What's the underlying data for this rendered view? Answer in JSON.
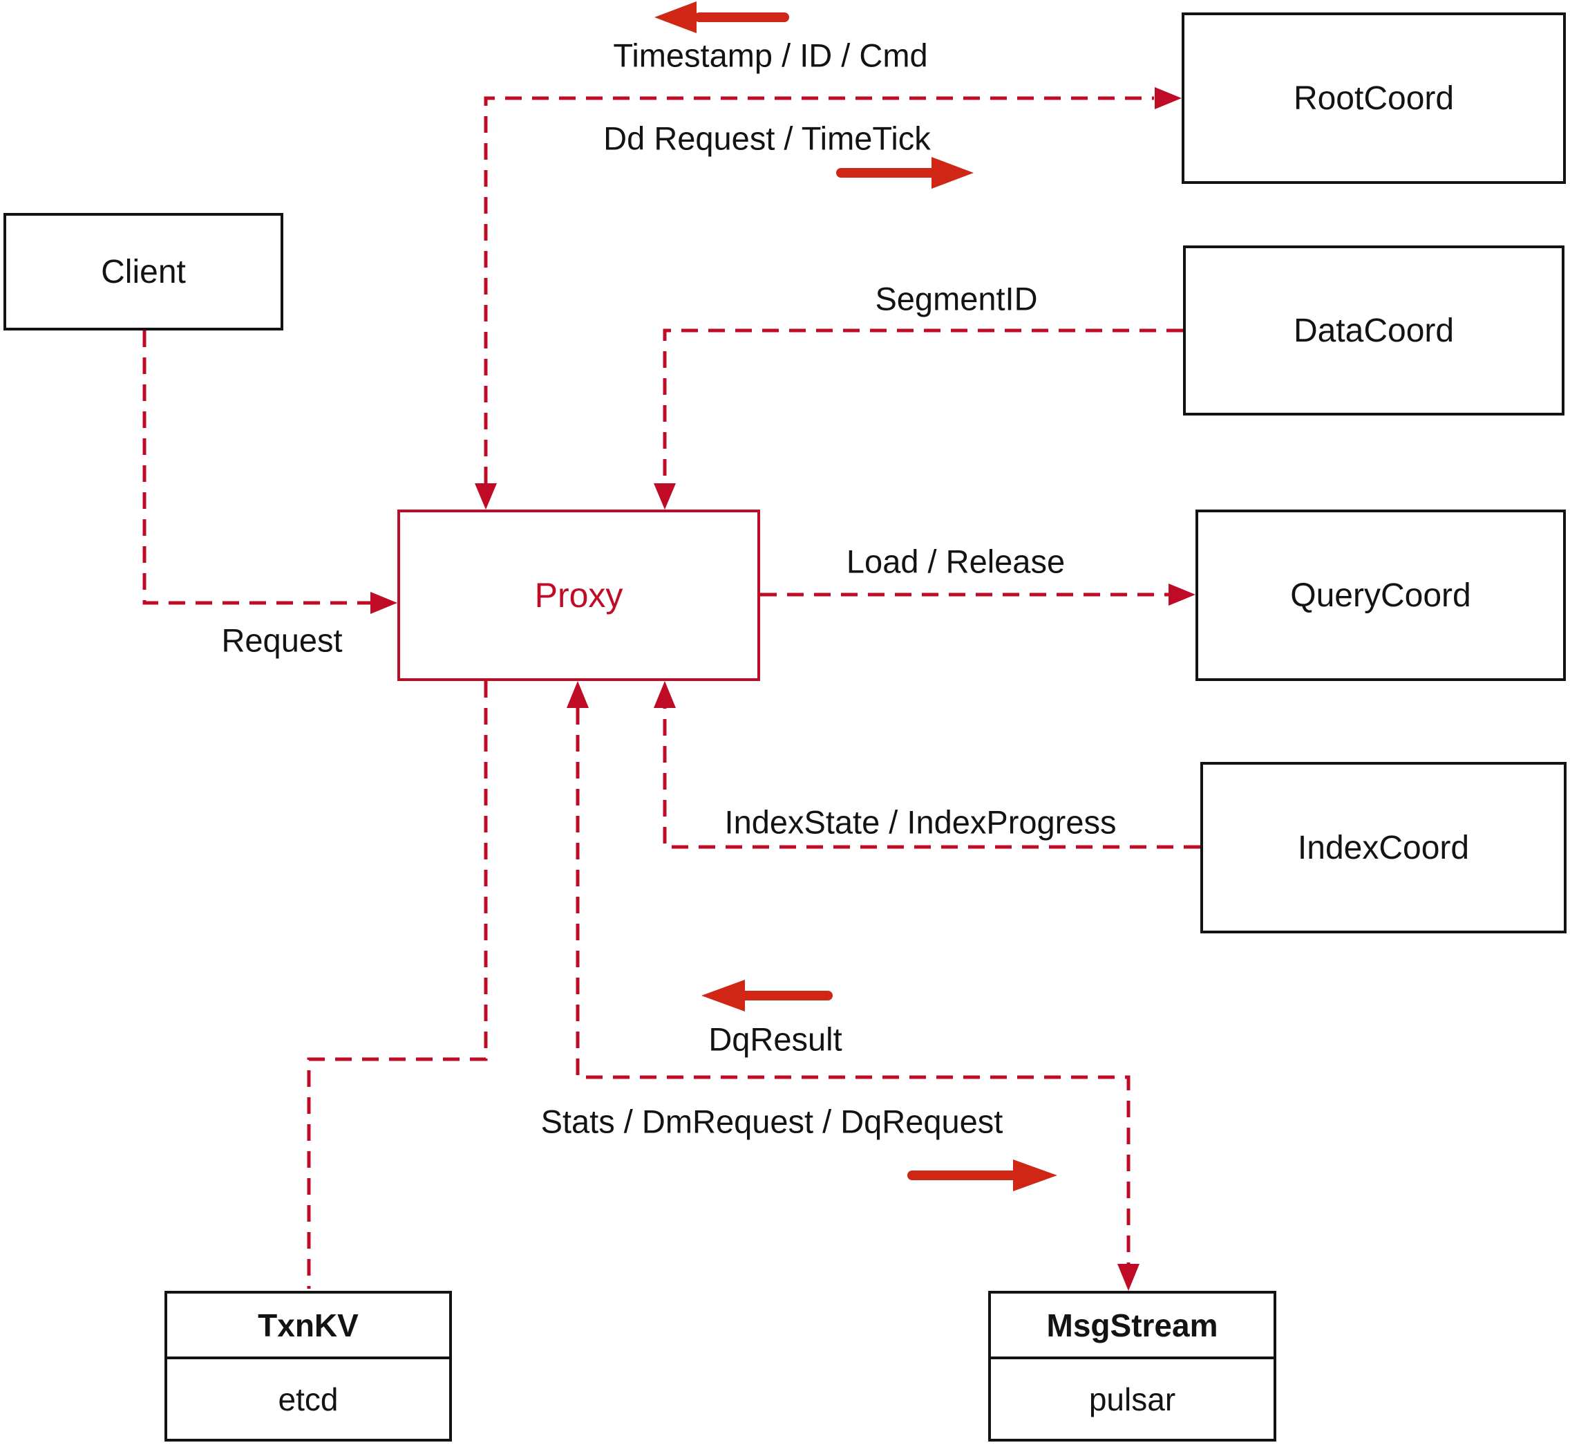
{
  "colors": {
    "dashed_line": "#c00b26",
    "solid_arrow": "#cf2615",
    "box_border": "#131313",
    "text": "#131313"
  },
  "nodes": {
    "client": "Client",
    "proxy": "Proxy",
    "root_coord": "RootCoord",
    "data_coord": "DataCoord",
    "query_coord": "QueryCoord",
    "index_coord": "IndexCoord"
  },
  "stores": {
    "txn_kv": {
      "title": "TxnKV",
      "impl": "etcd"
    },
    "msg_stream": {
      "title": "MsgStream",
      "impl": "pulsar"
    }
  },
  "edge_labels": {
    "timestamp_id_cmd": "Timestamp / ID / Cmd",
    "dd_request_timetick": "Dd Request / TimeTick",
    "segment_id": "SegmentID",
    "request": "Request",
    "load_release": "Load / Release",
    "index_state_progress": "IndexState / IndexProgress",
    "dq_result": "DqResult",
    "stats_dm_dq": "Stats / DmRequest / DqRequest"
  }
}
